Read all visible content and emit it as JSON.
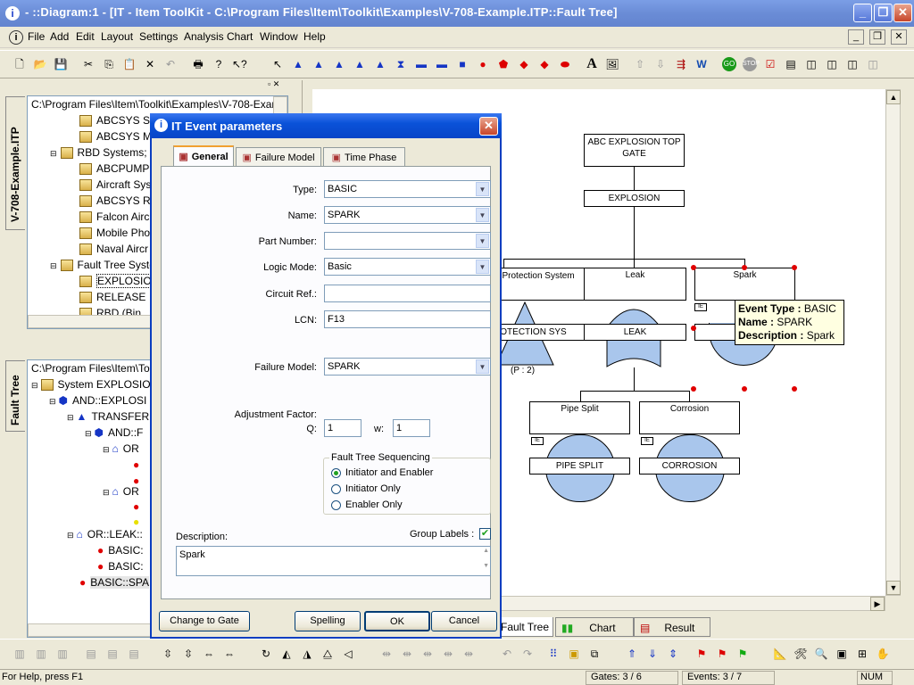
{
  "window": {
    "title": "- ::Diagram:1 - [IT - Item ToolKit - C:\\Program Files\\Item\\Toolkit\\Examples\\V-708-Example.ITP::Fault Tree]"
  },
  "menu": [
    "File",
    "Add",
    "Edit",
    "Layout",
    "Settings",
    "Analysis",
    "Chart",
    "Window",
    "Help"
  ],
  "left_top": {
    "vertical_tab": "V-708-Example.ITP",
    "path": "C:\\Program Files\\Item\\Toolkit\\Examples\\V-708-Exam...",
    "items": [
      "ABCSYS S",
      "ABCSYS M",
      "RBD Systems;",
      "ABCPUMP",
      "Aircraft Sys",
      "ABCSYS R",
      "Falcon Airc",
      "Mobile Pho",
      "Naval Aircr",
      "Fault Tree Syste",
      "EXPLOSIO",
      "RELEASE",
      "RBD (Bin"
    ]
  },
  "left_bottom": {
    "vertical_tab": "Fault Tree",
    "path": "C:\\Program Files\\Item\\Toolki",
    "items": [
      "System EXPLOSION",
      "AND::EXPLOSI",
      "TRANSFER",
      "AND::F",
      "OR",
      "OR",
      "OR::LEAK::",
      "BASIC:",
      "BASIC:",
      "BASIC::SPA"
    ]
  },
  "diagram": {
    "top_gate_text": "ABC EXPLOSION TOP GATE",
    "top_gate_label": "EXPLOSION",
    "nodes": [
      {
        "desc": "of Protection System",
        "label": "OTECTION SYS",
        "sub": "(P : 2)"
      },
      {
        "desc": "Leak",
        "label": "LEAK"
      },
      {
        "desc": "Spark",
        "label": "S"
      },
      {
        "desc": "Pipe Split",
        "label": "PIPE SPLIT"
      },
      {
        "desc": "Corrosion",
        "label": "CORROSION"
      }
    ],
    "ie": "IE",
    "tooltip": {
      "type_label": "Event Type :",
      "type_value": "BASIC",
      "name_label": "Name :",
      "name_value": "SPARK",
      "desc_label": "Description :",
      "desc_value": "Spark"
    }
  },
  "dialog": {
    "title": "IT Event parameters",
    "tabs": [
      "General",
      "Failure Model",
      "Time Phase"
    ],
    "fields": {
      "type_label": "Type:",
      "type_value": "BASIC",
      "name_label": "Name:",
      "name_value": "SPARK",
      "part_label": "Part Number:",
      "part_value": "",
      "logic_label": "Logic Mode:",
      "logic_value": "Basic",
      "circuit_label": "Circuit Ref.:",
      "circuit_value": "",
      "lcn_label": "LCN:",
      "lcn_value": "F13",
      "failure_label": "Failure Model:",
      "failure_value": "SPARK",
      "adj_label": "Adjustment Factor:",
      "q_label": "Q:",
      "q_value": "1",
      "w_label": "w:",
      "w_value": "1"
    },
    "sequencing": {
      "title": "Fault Tree Sequencing",
      "options": [
        "Initiator and Enabler",
        "Initiator Only",
        "Enabler Only"
      ],
      "selected": "Initiator and Enabler"
    },
    "desc_label": "Description:",
    "group_labels": "Group Labels :",
    "group_labels_checked": true,
    "description": "Spark",
    "buttons": {
      "change": "Change to Gate",
      "spelling": "Spelling",
      "ok": "OK",
      "cancel": "Cancel"
    }
  },
  "bottom_tabs": [
    "Fault Tree",
    "Chart",
    "Result"
  ],
  "status": {
    "help": "For Help, press F1",
    "gates": "Gates: 3 / 6",
    "events": "Events: 3 / 7",
    "num": "NUM"
  },
  "colors": {
    "accent": "#0a52d8",
    "event_fill": "#a9c6ec",
    "red": "#e00000"
  }
}
